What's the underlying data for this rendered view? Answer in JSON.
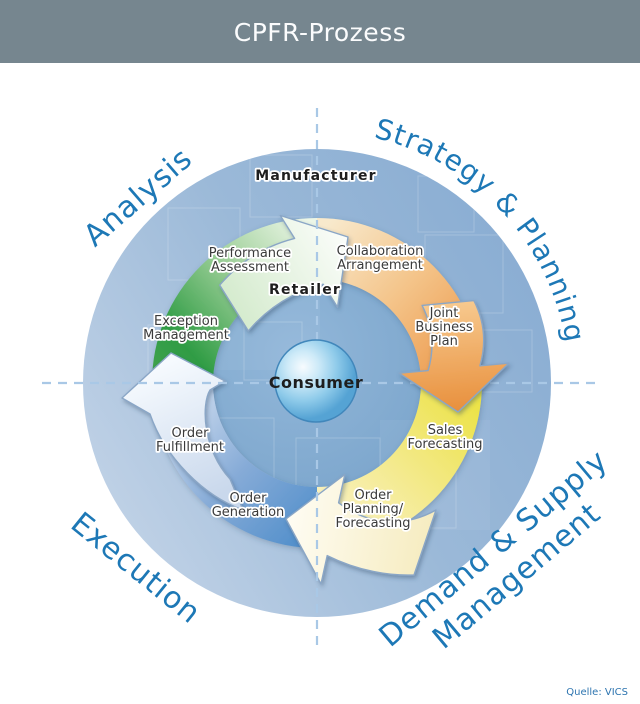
{
  "header": {
    "title": "CPFR-Prozess"
  },
  "footer": {
    "source": "Quelle: VICS"
  },
  "colors": {
    "header_bar": "#76868F",
    "quadrant_text": "#1D78B6",
    "step_text": "#3A3A3A",
    "green": "#2F9C44",
    "orange": "#EB9140",
    "yellow": "#EBE23E",
    "blue": "#4E8DCA",
    "sphere": "#8FCBEA",
    "dash": "#A9C8E6"
  },
  "diagram": {
    "quadrants": {
      "top_left": "Analysis",
      "top_right": "Strategy & Planning",
      "bottom_right_lines": [
        "Demand & Supply",
        "Management"
      ],
      "bottom_left": "Execution"
    },
    "parties": {
      "outer": "Manufacturer",
      "inner": "Retailer",
      "center": "Consumer"
    },
    "steps": [
      {
        "id": "collaboration-arrangement",
        "lines": [
          "Collaboration",
          "Arrangement"
        ]
      },
      {
        "id": "joint-business-plan",
        "lines": [
          "Joint",
          "Business",
          "Plan"
        ]
      },
      {
        "id": "sales-forecasting",
        "lines": [
          "Sales",
          "Forecasting"
        ]
      },
      {
        "id": "order-planning-forecasting",
        "lines": [
          "Order",
          "Planning/",
          "Forecasting"
        ]
      },
      {
        "id": "order-generation",
        "lines": [
          "Order",
          "Generation"
        ]
      },
      {
        "id": "order-fulfillment",
        "lines": [
          "Order",
          "Fulfillment"
        ]
      },
      {
        "id": "exception-management",
        "lines": [
          "Exception",
          "Management"
        ]
      },
      {
        "id": "performance-assessment",
        "lines": [
          "Performance",
          "Assessment"
        ]
      }
    ]
  }
}
